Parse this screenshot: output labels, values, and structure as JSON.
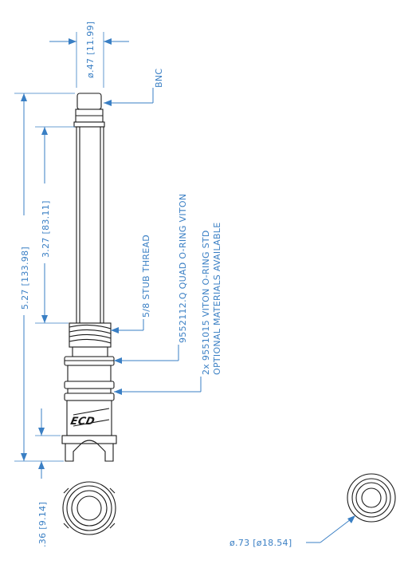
{
  "dimensions": {
    "top_width": "ø.47 [11.99]",
    "overall_length": "5.27 [133.98]",
    "tube_length": "3.27 [83.11]",
    "base_height": ".36 [9.14]",
    "outer_diameter": "ø.73 [ø18.54]"
  },
  "callouts": {
    "connector": "BNC",
    "thread": "5/8 STUB THREAD",
    "quad_ring": "9552112.Q QUAD O-RING VITON",
    "o_ring_line1": "2x 9551015 VITON O-RING STD",
    "o_ring_line2": "OPTIONAL MATERIALS AVAILABLE"
  },
  "logo": {
    "text": "ECD"
  },
  "colors": {
    "dimension": "#3a7fc4",
    "linework": "#1a1a1a",
    "background": "#ffffff"
  }
}
